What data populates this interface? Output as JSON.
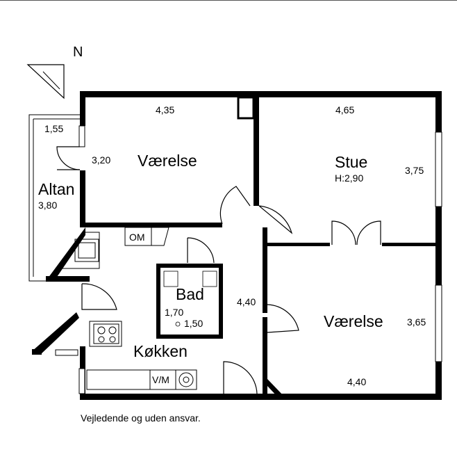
{
  "north_label": "N",
  "rooms": [
    {
      "id": "vaerelse-1",
      "name": "Værelse",
      "width": "4,35",
      "depth": "3,20"
    },
    {
      "id": "stue",
      "name": "Stue",
      "height": "H:2,90",
      "width": "4,65",
      "depth": "3,75"
    },
    {
      "id": "altan",
      "name": "Altan",
      "width": "1,55",
      "depth": "3,80"
    },
    {
      "id": "bad",
      "name": "Bad",
      "width": "1,70",
      "depth": "1,50"
    },
    {
      "id": "koekken",
      "name": "Køkken",
      "depth": "4,40"
    },
    {
      "id": "vaerelse-2",
      "name": "Værelse",
      "width": "4,40",
      "depth": "3,65"
    }
  ],
  "fixtures": {
    "om": "OM",
    "vm": "V/M"
  },
  "footer": "Vejledende og uden ansvar."
}
